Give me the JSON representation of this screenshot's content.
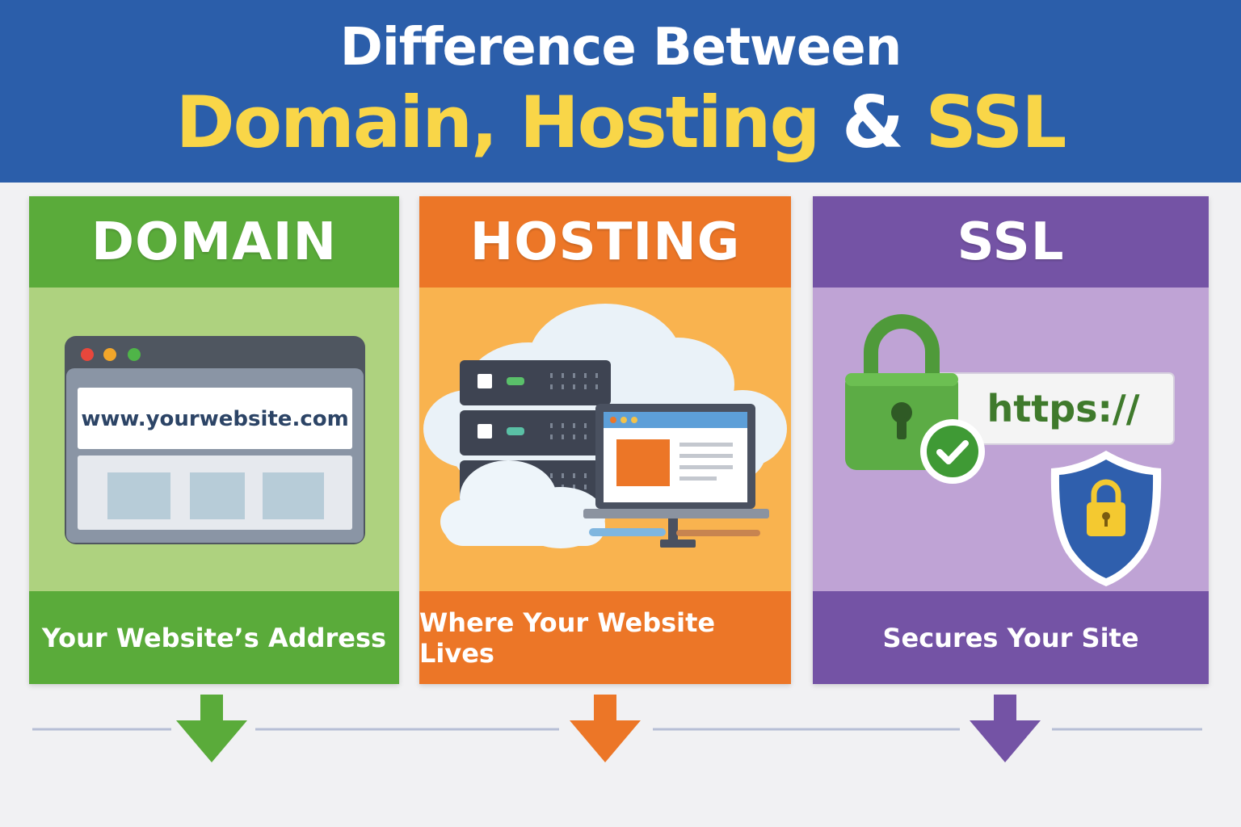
{
  "title": {
    "line1": "Difference Between",
    "line2_part1": "Domain, Hosting",
    "line2_part2": "&",
    "line2_part3": "SSL"
  },
  "panels": [
    {
      "heading": "DOMAIN",
      "caption": "Your Website’s Address",
      "url_text": "www.yourwebsite.com",
      "icon": "browser-window-icon",
      "color": "#5aab3a"
    },
    {
      "heading": "HOSTING",
      "caption": "Where Your Website Lives",
      "icon": "server-cloud-icon",
      "color": "#ec7627"
    },
    {
      "heading": "SSL",
      "caption": "Secures Your Site",
      "url_text": "https://",
      "icon": "padlock-shield-icon",
      "color": "#7453a5"
    }
  ],
  "colors": {
    "banner": "#2b5eaa",
    "title_highlight": "#f9d648"
  }
}
